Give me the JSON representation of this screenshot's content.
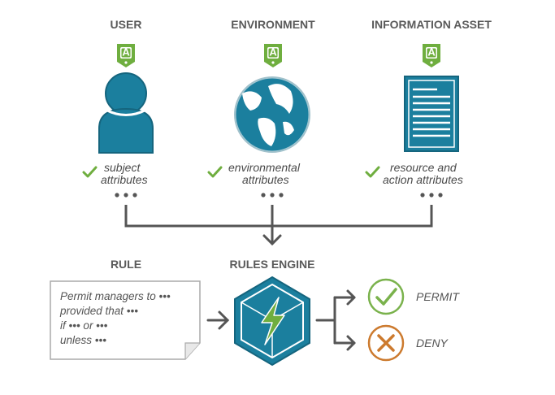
{
  "columns": [
    {
      "heading": "USER",
      "icon": "user-icon",
      "attr_line1": "subject",
      "attr_line2": "attributes",
      "badge": "A"
    },
    {
      "heading": "ENVIRONMENT",
      "icon": "globe-icon",
      "attr_line1": "environmental",
      "attr_line2": "attributes",
      "badge": "A"
    },
    {
      "heading": "INFORMATION ASSET",
      "icon": "document-icon",
      "attr_line1": "resource and",
      "attr_line2": "action attributes",
      "badge": "A"
    }
  ],
  "rule": {
    "heading": "RULE",
    "lines": [
      "Permit managers to •••",
      "provided that •••",
      "if ••• or •••",
      "unless •••"
    ]
  },
  "engine": {
    "heading": "RULES ENGINE",
    "icon": "lightning-icon"
  },
  "outcomes": {
    "permit": {
      "label": "PERMIT",
      "icon": "checkmark-icon",
      "color": "#7ab24c"
    },
    "deny": {
      "label": "DENY",
      "icon": "x-icon",
      "color": "#cc7a2e"
    }
  },
  "colors": {
    "teal": "#1b7f9e",
    "green": "#6fae3f",
    "gray": "#5a5a5a"
  }
}
